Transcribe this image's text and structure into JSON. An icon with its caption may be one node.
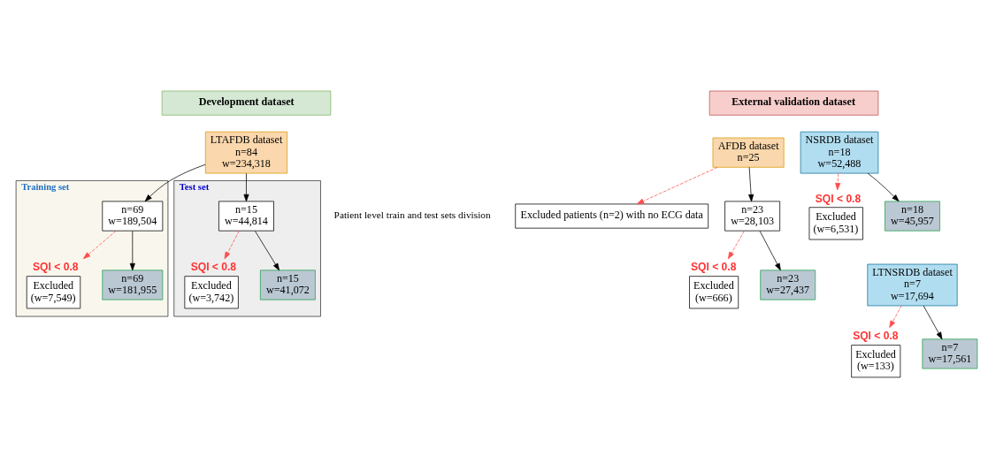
{
  "diagram": {
    "nodes": [
      {
        "text": [
          "Development dataset"
        ]
      },
      {
        "text": [
          "External validation dataset"
        ]
      },
      {
        "text": [
          "LTAFDB dataset",
          "n=84",
          "w=234,318"
        ]
      },
      {
        "text": [
          "Training set"
        ]
      },
      {
        "text": [
          "n=69",
          "w=189,504"
        ],
        "in": 3
      },
      {
        "text": [
          "Excluded",
          "(w=7,549)"
        ],
        "in": 3,
        "beside": [
          "SQI < 0.8"
        ]
      },
      {
        "text": [
          "n=69",
          "w=181,955"
        ],
        "in": 3
      },
      {
        "text": [
          "Test set"
        ]
      },
      {
        "text": [
          "n=15",
          "w=44,814"
        ],
        "in": 7
      },
      {
        "text": [
          "Excluded",
          "(w=3,742)"
        ],
        "in": 7,
        "beside": [
          "SQI < 0.8"
        ]
      },
      {
        "text": [
          "n=15",
          "w=41,072"
        ],
        "in": 7
      },
      {
        "text": [
          "AFDB dataset",
          "n=25"
        ]
      },
      {
        "text": [
          "Excluded patients (n=2) with no ECG data"
        ]
      },
      {
        "text": [
          "n=23",
          "w=28,103"
        ]
      },
      {
        "text": [
          "Excluded",
          "(w=666)"
        ],
        "beside": [
          "SQI < 0.8"
        ]
      },
      {
        "text": [
          "n=23",
          "w=27,437"
        ]
      },
      {
        "text": [
          "NSRDB dataset",
          "n=18",
          "w=52,488"
        ]
      },
      {
        "text": [
          "Excluded",
          "(w=6,531)"
        ],
        "beside": [
          "SQI < 0.8"
        ]
      },
      {
        "text": [
          "n=18",
          "w=45,957"
        ]
      },
      {
        "text": [
          "LTNSRDB dataset",
          "n=7",
          "w=17,694"
        ]
      },
      {
        "text": [
          "Excluded",
          "(w=133)"
        ],
        "beside": [
          "SQI < 0.8"
        ]
      },
      {
        "text": [
          "n=7",
          "w=17,561"
        ]
      }
    ],
    "edges": [
      {
        "from": 2,
        "to": 4,
        "arrow": "to"
      },
      {
        "from": 2,
        "to": 8,
        "arrow": "to"
      },
      {
        "from": 4,
        "to": 6,
        "arrow": "to"
      },
      {
        "from": 4,
        "to": 5,
        "arrow": "to",
        "style": "dashed",
        "color": "#ff4d4d"
      },
      {
        "from": 8,
        "to": 10,
        "arrow": "to"
      },
      {
        "from": 8,
        "to": 9,
        "arrow": "to",
        "style": "dashed",
        "color": "#ff4d4d"
      },
      {
        "from": 11,
        "to": 13,
        "arrow": "to"
      },
      {
        "from": 11,
        "to": 12,
        "arrow": "to",
        "style": "dashed",
        "color": "#ff4d4d"
      },
      {
        "from": 13,
        "to": 15,
        "arrow": "to"
      },
      {
        "from": 13,
        "to": 14,
        "arrow": "to",
        "style": "dashed",
        "color": "#ff4d4d"
      },
      {
        "from": 16,
        "to": 18,
        "arrow": "to"
      },
      {
        "from": 16,
        "to": 17,
        "arrow": "to",
        "style": "dashed",
        "color": "#ff4d4d"
      },
      {
        "from": 19,
        "to": 21,
        "arrow": "to"
      },
      {
        "from": 19,
        "to": 20,
        "arrow": "to",
        "style": "dashed",
        "color": "#ff4d4d"
      }
    ],
    "labels": [
      "Patient level train and test sets division"
    ]
  }
}
